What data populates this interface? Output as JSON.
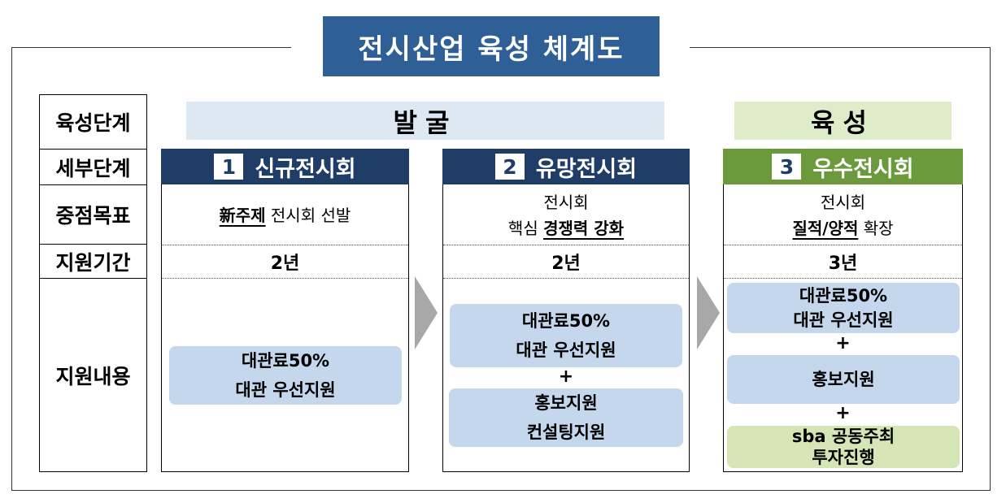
{
  "title": "전시산업 육성 체계도",
  "row_labels": [
    "육성단계",
    "세부단계",
    "중점목표",
    "지원기간",
    "지원내용"
  ],
  "phases": {
    "discover": "발굴",
    "nurture": "육성"
  },
  "colors": {
    "title_bg": "#2f5f97",
    "header_navy": "#1f3d66",
    "header_green": "#6a9a3b",
    "phase_blue_bg": "#dde8f3",
    "phase_green_bg": "#dfecca",
    "support_blue": "#c5d7ec",
    "support_green": "#d6e5b6",
    "arrow_gray": "#a8a8a8"
  },
  "columns": [
    {
      "number": "1",
      "name": "신규전시회",
      "goal": {
        "line1_bold": "新주제",
        "line1_rest": "전시회 선발"
      },
      "period": "2년",
      "support": [
        {
          "line1": "대관료50%",
          "line2": "대관 우선지원"
        }
      ]
    },
    {
      "number": "2",
      "name": "유망전시회",
      "goal": {
        "line1": "전시회",
        "line2_pre": "핵심",
        "line2_bold": "경쟁력 강화"
      },
      "period": "2년",
      "support": [
        {
          "line1": "대관료50%",
          "line2": "대관 우선지원"
        },
        {
          "line1": "홍보지원",
          "line2": "컨설팅지원"
        }
      ],
      "plus": "+"
    },
    {
      "number": "3",
      "name": "우수전시회",
      "goal": {
        "line1": "전시회",
        "line2_bold": "질적/양적",
        "line2_post": "확장"
      },
      "period": "3년",
      "support": [
        {
          "line1": "대관료50%",
          "line2": "대관 우선지원"
        },
        {
          "line1": "홍보지원"
        },
        {
          "line1": "sba 공동주최",
          "line2": "투자진행"
        }
      ],
      "plus": "+"
    }
  ],
  "icons": [
    "arrow-right-icon"
  ]
}
